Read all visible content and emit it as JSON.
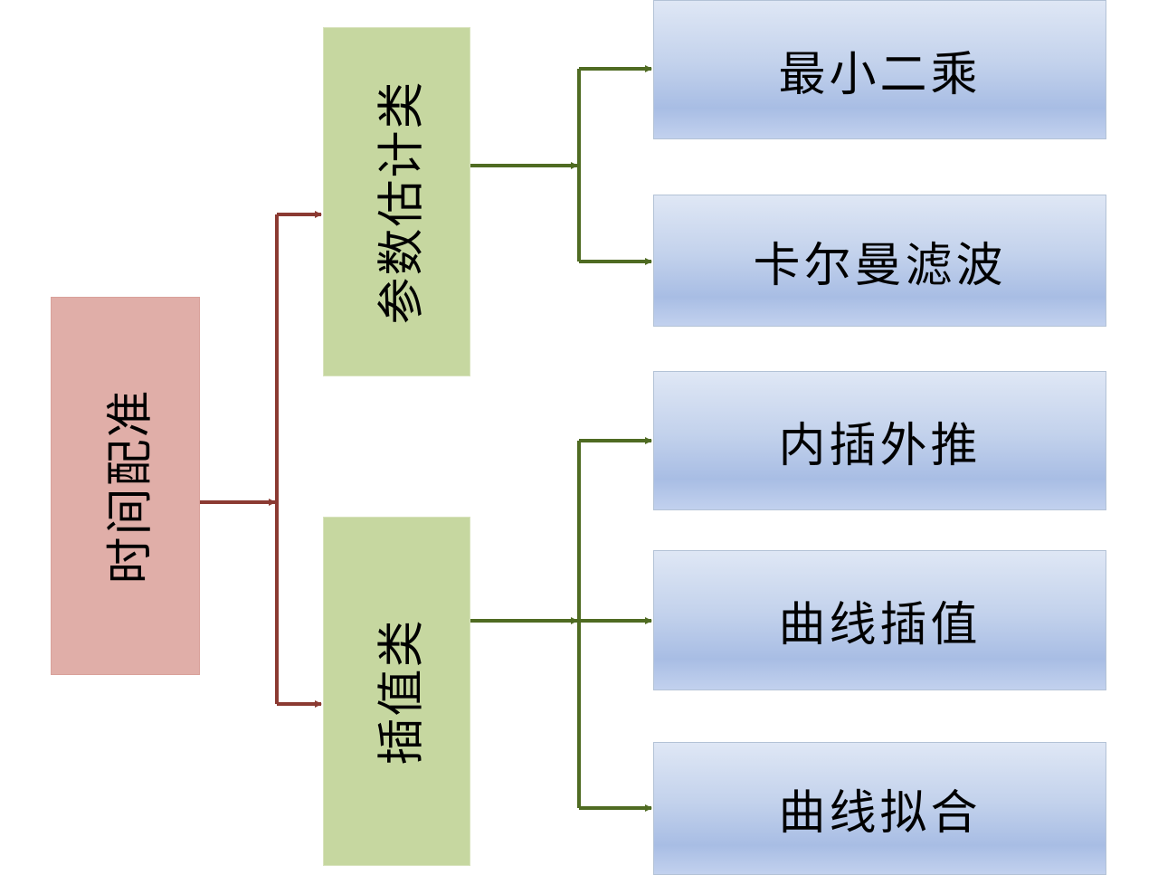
{
  "diagram": {
    "root": {
      "label": "时间配准"
    },
    "categories": [
      {
        "label": "参数估计类"
      },
      {
        "label": "插值类"
      }
    ],
    "methods": [
      {
        "label": "最小二乘"
      },
      {
        "label": "卡尔曼滤波"
      },
      {
        "label": "内插外推"
      },
      {
        "label": "曲线插值"
      },
      {
        "label": "曲线拟合"
      }
    ]
  },
  "colors": {
    "root_fill": "#e0aea8",
    "category_fill": "#c6d7a0",
    "method_fill": "#a8bde4",
    "root_connector": "#8b3a32",
    "category_connector": "#4f6b22"
  }
}
